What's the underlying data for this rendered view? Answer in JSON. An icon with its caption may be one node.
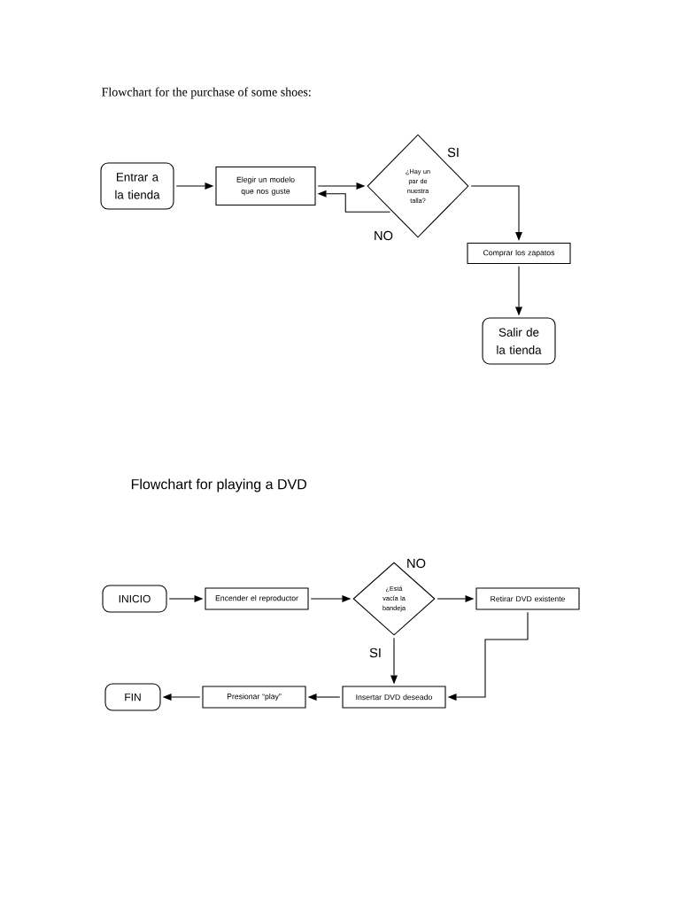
{
  "diagram": {
    "nodes": [
      {
        "text": [
          "Entrar a la tienda"
        ]
      },
      {
        "text": [
          "Elegir un modelo que nos guste"
        ]
      },
      {
        "text": [
          "¿Hay un par de nuestra talla?"
        ]
      },
      {
        "text": [
          "Comprar los zapatos"
        ]
      },
      {
        "text": [
          "Salir de la tienda"
        ]
      },
      {
        "text": [
          "INICIO"
        ]
      },
      {
        "text": [
          "Encender el reproductor"
        ]
      },
      {
        "text": [
          "¿Está vacía la bandeja"
        ]
      },
      {
        "text": [
          "Retirar DVD existente"
        ]
      },
      {
        "text": [
          "Insertar DVD deseado"
        ]
      },
      {
        "text": [
          "Presionar “play”"
        ]
      },
      {
        "text": [
          "FIN"
        ]
      }
    ],
    "edges": [
      {
        "from": 0,
        "to": 1,
        "arrow": "to"
      },
      {
        "from": 1,
        "to": 2,
        "arrow": "to"
      },
      {
        "from": 2,
        "to": 1,
        "arrow": "to",
        "label": "NO"
      },
      {
        "from": 2,
        "to": 3,
        "arrow": "to",
        "label": "SI"
      },
      {
        "from": 3,
        "to": 4,
        "arrow": "to"
      },
      {
        "from": 5,
        "to": 6,
        "arrow": "to"
      },
      {
        "from": 6,
        "to": 7,
        "arrow": "to"
      },
      {
        "from": 7,
        "to": 8,
        "arrow": "to",
        "label": "NO"
      },
      {
        "from": 7,
        "to": 9,
        "arrow": "to",
        "label": "SI"
      },
      {
        "from": 8,
        "to": 9,
        "arrow": "to"
      },
      {
        "from": 9,
        "to": 10,
        "arrow": "to"
      },
      {
        "from": 10,
        "to": 11,
        "arrow": "to"
      }
    ],
    "labels": [
      "Flowchart for the purchase of some shoes:",
      "Flowchart for playing a DVD"
    ]
  }
}
